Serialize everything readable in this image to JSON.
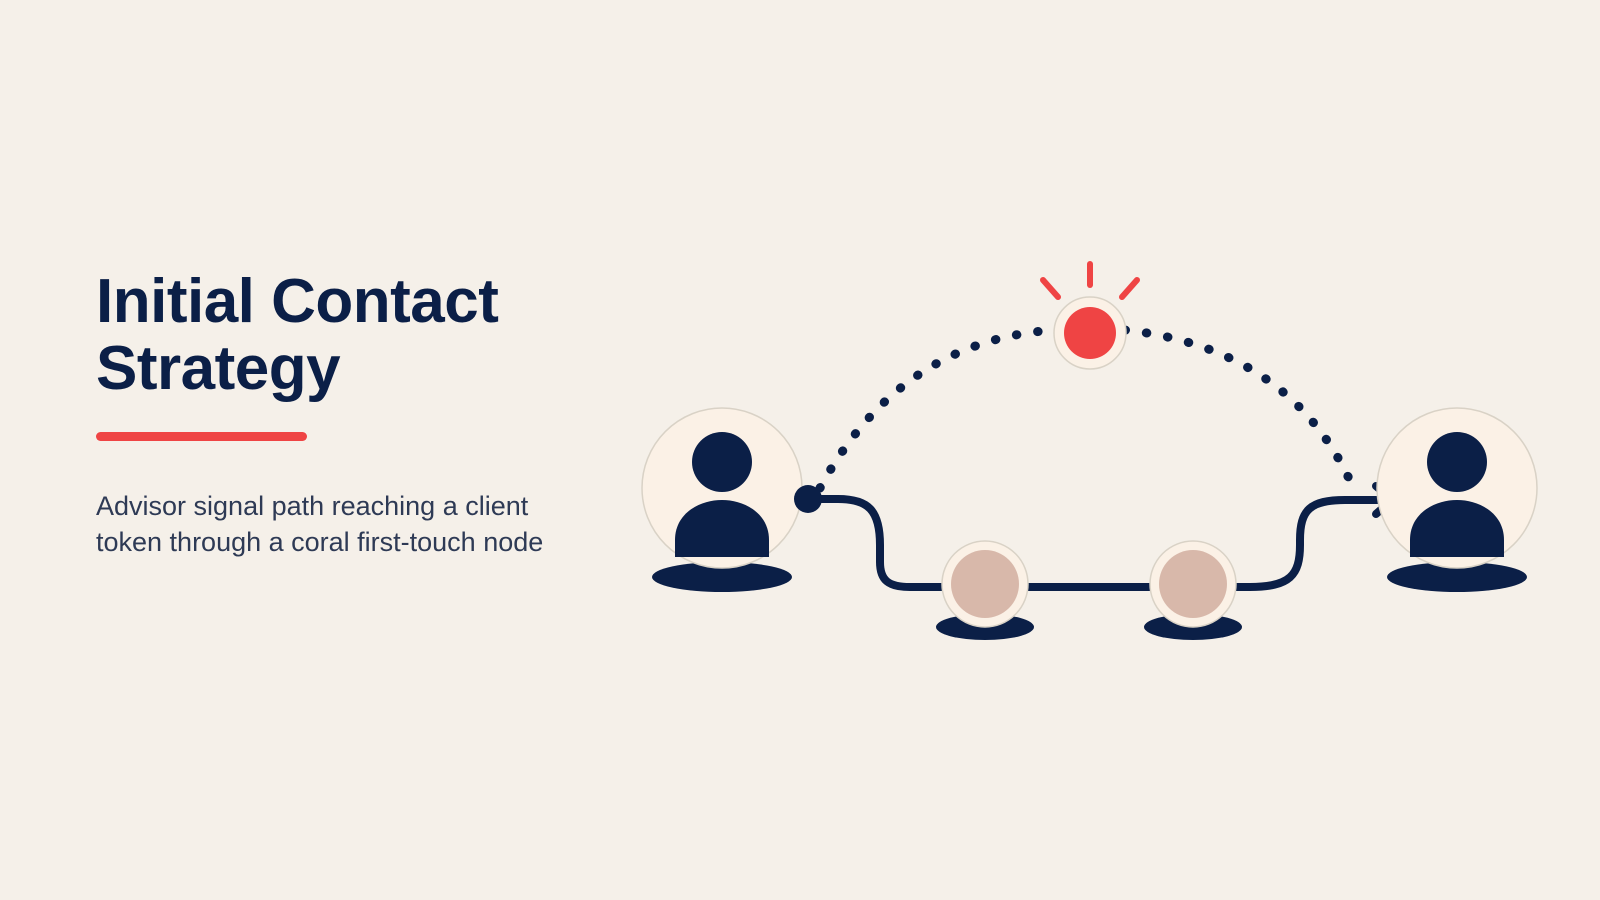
{
  "slide": {
    "title_lines": [
      "Initial Contact",
      "Strategy"
    ],
    "subtitle_lines": [
      "Advisor signal path reaching a client",
      "token through a coral first-touch node"
    ]
  },
  "diagram": {
    "nodes": [
      {
        "role": "advisor",
        "icon": "person-icon"
      },
      {
        "role": "relay",
        "icon": "relay-dot-icon"
      },
      {
        "role": "relay",
        "icon": "relay-dot-icon"
      },
      {
        "role": "client",
        "icon": "person-icon"
      },
      {
        "role": "first-touch",
        "icon": "coral-signal-icon"
      }
    ],
    "colors": {
      "background": "#F5F0E9",
      "navy": "#0B1F47",
      "coral": "#EF4444",
      "relay_fill": "#D8B8AA",
      "node_fill": "#FBF1E6"
    }
  }
}
